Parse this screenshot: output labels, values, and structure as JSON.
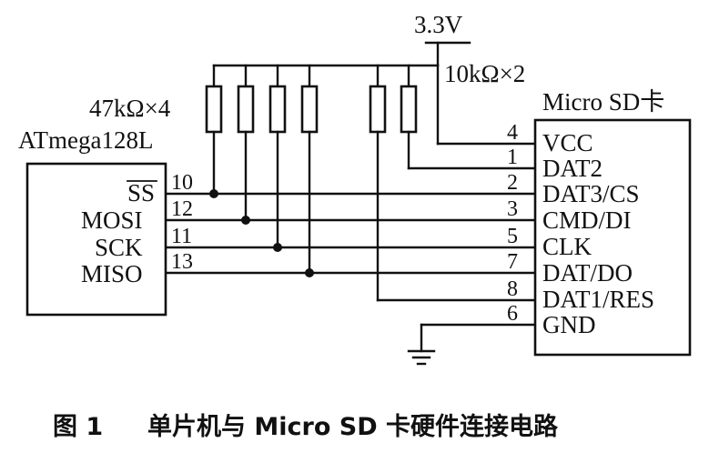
{
  "supply": {
    "label": "3.3V"
  },
  "resistors": {
    "left_label": "47kΩ×4",
    "right_label": "10kΩ×2"
  },
  "mcu": {
    "name": "ATmega128L",
    "pins": [
      {
        "label": "SS",
        "number": "10",
        "overline": true
      },
      {
        "label": "MOSI",
        "number": "12"
      },
      {
        "label": "SCK",
        "number": "11"
      },
      {
        "label": "MISO",
        "number": "13"
      }
    ]
  },
  "sdcard": {
    "name": "Micro SD卡",
    "pins": [
      {
        "number": "4",
        "label": "VCC"
      },
      {
        "number": "1",
        "label": "DAT2"
      },
      {
        "number": "2",
        "label": "DAT3/CS"
      },
      {
        "number": "3",
        "label": "CMD/DI"
      },
      {
        "number": "5",
        "label": "CLK"
      },
      {
        "number": "7",
        "label": "DAT/DO"
      },
      {
        "number": "8",
        "label": "DAT1/RES"
      },
      {
        "number": "6",
        "label": "GND"
      }
    ]
  },
  "caption": {
    "figure": "图 1",
    "text": "单片机与 Micro SD 卡硬件连接电路"
  }
}
